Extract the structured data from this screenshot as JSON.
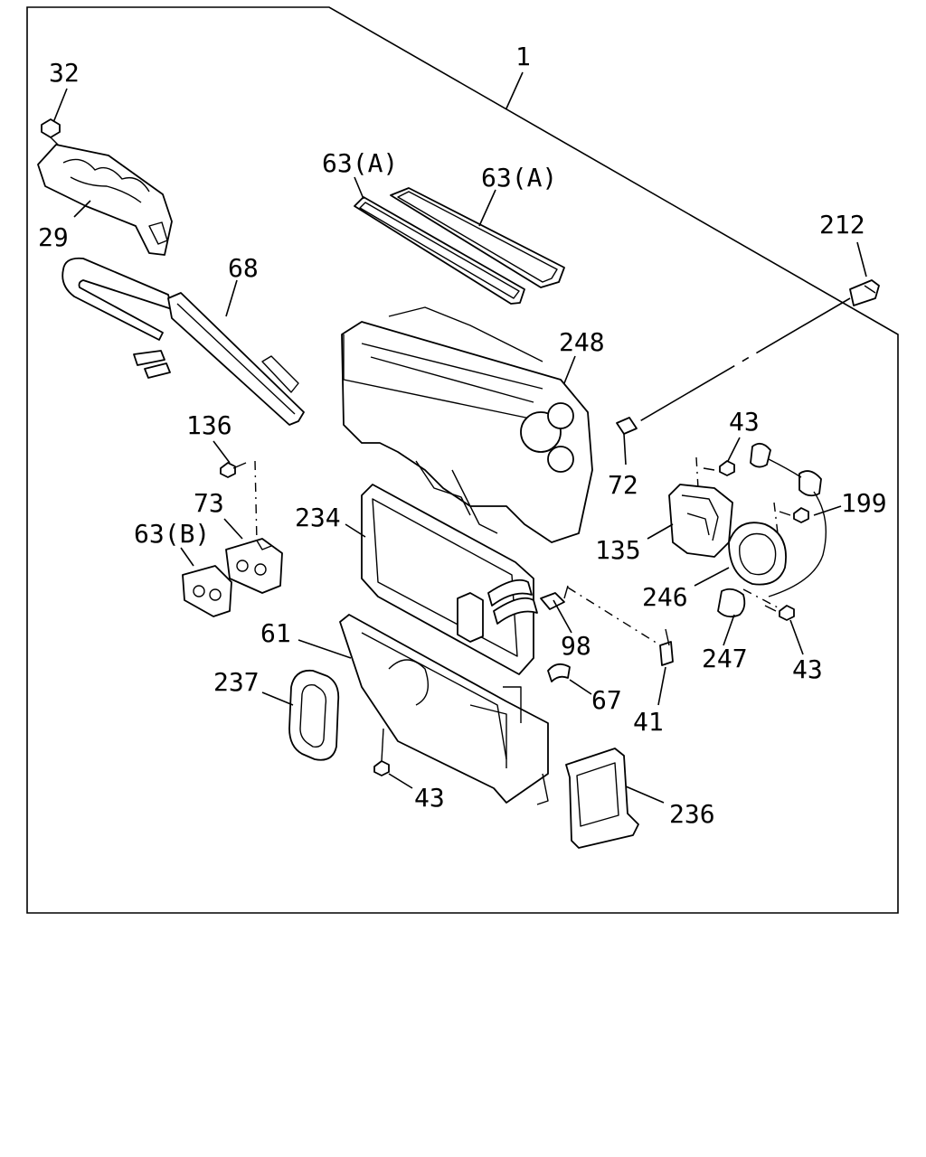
{
  "diagram": {
    "labels": {
      "p1": "1",
      "p32": "32",
      "p29": "29",
      "p63a_1": "63(A)",
      "p63a_2": "63(A)",
      "p212": "212",
      "p68": "68",
      "p248": "248",
      "p136": "136",
      "p43_top": "43",
      "p72": "72",
      "p199": "199",
      "p73": "73",
      "p234": "234",
      "p63b": "63(B)",
      "p135": "135",
      "p246": "246",
      "p98": "98",
      "p61": "61",
      "p247": "247",
      "p43_right": "43",
      "p237": "237",
      "p67": "67",
      "p41": "41",
      "p43_bottom": "43",
      "p236": "236"
    }
  }
}
